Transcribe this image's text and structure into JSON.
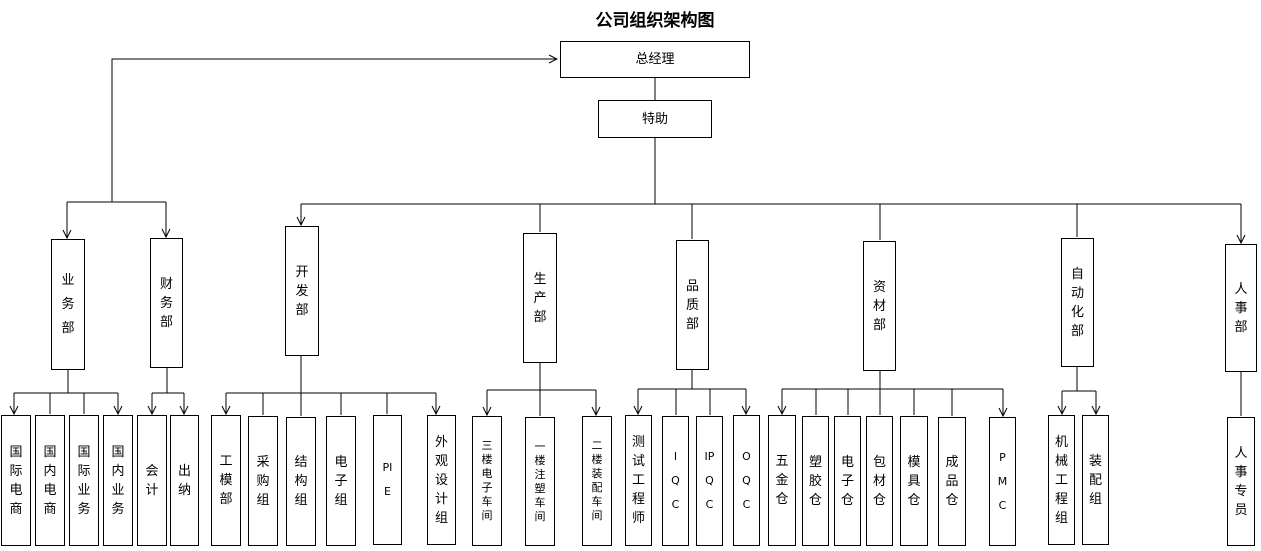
{
  "title": "公司组织架构图",
  "top": {
    "gm": "总经理",
    "assistant": "特助"
  },
  "departments": {
    "business": "业务部",
    "finance": "财务部",
    "dev": "开发部",
    "production": "生产部",
    "quality": "品质部",
    "materials": "资材部",
    "automation": "自动化部",
    "hr": "人事部"
  },
  "units": {
    "business": [
      "国际电商",
      "国内电商",
      "国际业务",
      "国内业务"
    ],
    "finance": [
      "会计",
      "出纳"
    ],
    "dev": [
      "工模部",
      "采购组",
      "结构组",
      "电子组",
      "PIE",
      "外观设计组"
    ],
    "production": [
      "三楼电子车间",
      "一楼注塑车间",
      "二楼装配车间"
    ],
    "quality": [
      "测试工程师",
      "IQC",
      "IPQC",
      "OQC"
    ],
    "materials": [
      "五金仓",
      "塑胶仓",
      "电子仓",
      "包材仓",
      "模具仓",
      "成品仓",
      "PMC"
    ],
    "automation": [
      "机械工程组",
      "装配组"
    ],
    "hr": [
      "人事专员"
    ]
  }
}
